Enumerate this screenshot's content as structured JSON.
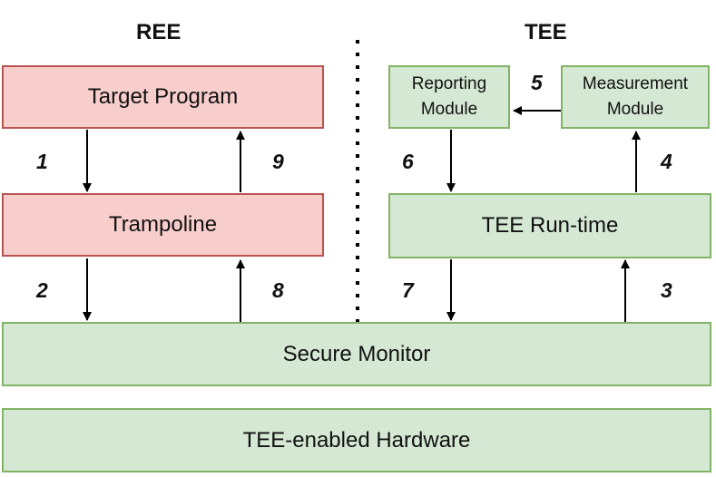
{
  "headers": {
    "ree": "REE",
    "tee": "TEE"
  },
  "boxes": {
    "target_program": "Target Program",
    "trampoline": "Trampoline",
    "reporting_module": "Reporting\nModule",
    "measurement_module": "Measurement\nModule",
    "tee_runtime": "TEE Run-time",
    "secure_monitor": "Secure Monitor",
    "hardware": "TEE-enabled Hardware"
  },
  "steps": [
    "1",
    "2",
    "3",
    "4",
    "5",
    "6",
    "7",
    "8",
    "9"
  ],
  "colors": {
    "ree_fill": "#f8cecc",
    "ree_stroke": "#b85450",
    "tee_fill": "#d5e8d4",
    "tee_stroke": "#82b366"
  }
}
